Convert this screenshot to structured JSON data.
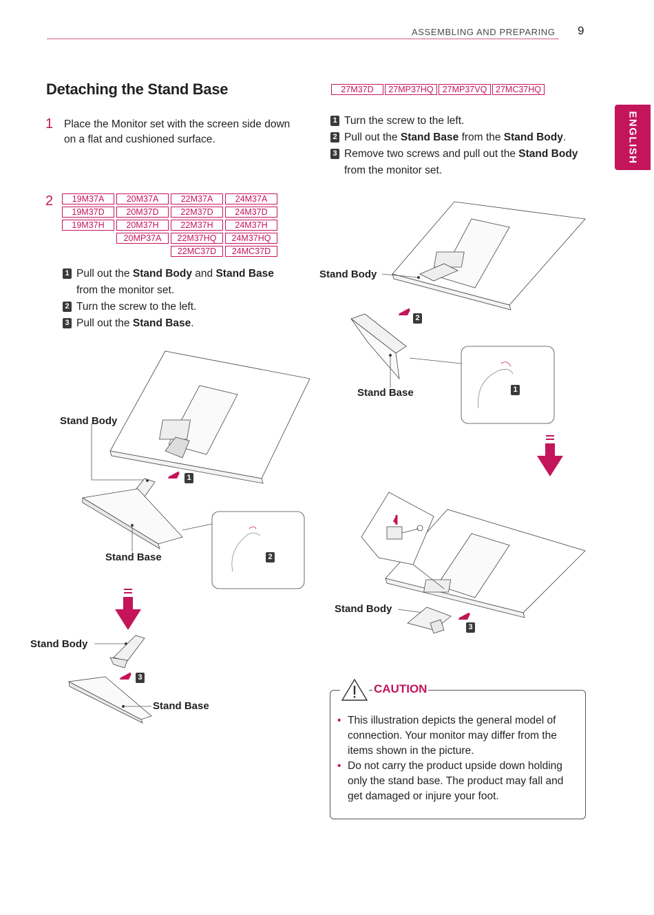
{
  "header": {
    "section": "ASSEMBLING AND PREPARING",
    "page_number": "9",
    "language_tab": "ENGLISH"
  },
  "title": "Detaching the Stand Base",
  "step1": {
    "number": "1",
    "text": "Place the Monitor set with the screen side down on a flat and cushioned surface."
  },
  "step2": {
    "number": "2",
    "models": [
      [
        "19M37A",
        "20M37A",
        "22M37A",
        "24M37A"
      ],
      [
        "19M37D",
        "20M37D",
        "22M37D",
        "24M37D"
      ],
      [
        "19M37H",
        "20M37H",
        "22M37H",
        "24M37H"
      ],
      [
        "",
        "20MP37A",
        "22M37HQ",
        "24M37HQ"
      ],
      [
        "",
        "",
        "22MC37D",
        "24MC37D"
      ]
    ],
    "substeps": [
      {
        "num": "1",
        "text_html": "Pull out the <b>Stand Body</b> and <b>Stand Base</b> from the monitor set."
      },
      {
        "num": "2",
        "text_html": "Turn the screw to the left."
      },
      {
        "num": "3",
        "text_html": "Pull out the <b>Stand Base</b>."
      }
    ],
    "figure_labels": {
      "stand_body_top": "Stand Body",
      "stand_base_mid": "Stand Base",
      "stand_body_bottom": "Stand Body",
      "stand_base_bottom": "Stand Base",
      "badge_1": "1",
      "badge_2": "2",
      "badge_3": "3"
    }
  },
  "right_col": {
    "models": [
      "27M37D",
      "27MP37HQ",
      "27MP37VQ",
      "27MC37HQ"
    ],
    "substeps": [
      {
        "num": "1",
        "text_html": "Turn the screw to the left."
      },
      {
        "num": "2",
        "text_html": "Pull out the <b>Stand Base</b> from the <b>Stand Body</b>."
      },
      {
        "num": "3",
        "text_html": "Remove two screws and pull out the <b>Stand Body</b> from the monitor set."
      }
    ],
    "figure_labels": {
      "stand_body_top": "Stand Body",
      "stand_base": "Stand Base",
      "stand_body_bottom": "Stand Body",
      "badge_1": "1",
      "badge_2": "2",
      "badge_3": "3"
    }
  },
  "caution": {
    "title": "CAUTION",
    "items": [
      "This illustration depicts the general model of connection. Your monitor may differ from the items shown in the picture.",
      "Do not carry the product upside down holding only the stand base. The product may fall and get damaged or injure your foot."
    ]
  },
  "colors": {
    "accent": "#c4145a",
    "text": "#231f20",
    "badge": "#3a3a3a"
  }
}
